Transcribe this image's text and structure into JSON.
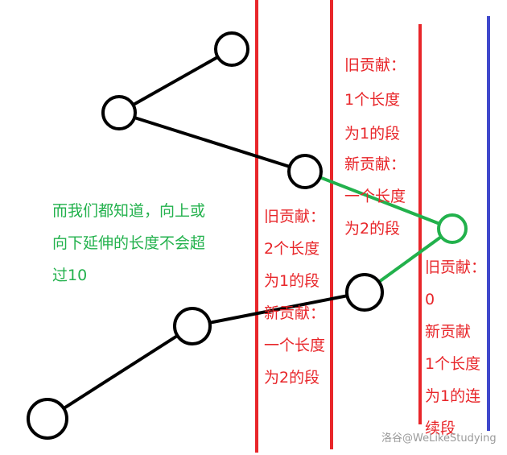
{
  "colors": {
    "red": "#e8262a",
    "green": "#22b14c",
    "blue": "#3f48cc",
    "black": "#000000"
  },
  "note": [
    "而我们都知道，向上或",
    "向下延伸的长度不会超",
    "过10"
  ],
  "column1": [
    "旧贡献：",
    "2个长度",
    "为1的段",
    "新贡献：",
    "一个长度",
    "为2的段"
  ],
  "column2": [
    "旧贡献：",
    "1个长度",
    "为1的段",
    "新贡献：",
    "一个长度",
    "为2的段"
  ],
  "column3": [
    "旧贡献：",
    "0",
    "新贡献",
    "1个长度",
    "为1的连",
    "续段"
  ],
  "watermark": "洛谷@WeLikeStudying"
}
